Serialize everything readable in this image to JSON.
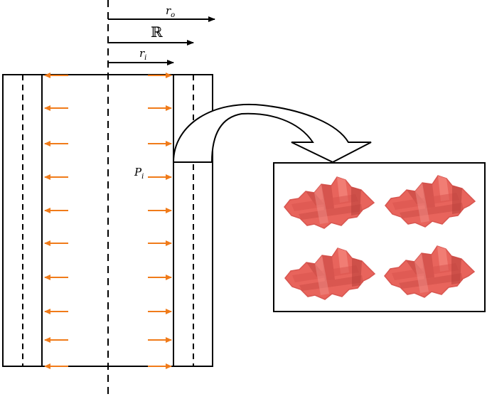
{
  "labels": {
    "outer_radius": {
      "symbol": "r",
      "subscript": "o"
    },
    "mean_radius": {
      "symbol": "ℝ"
    },
    "inner_radius": {
      "symbol": "r",
      "subscript": "i"
    },
    "internal_pressure": {
      "symbol": "P",
      "subscript": "i"
    }
  },
  "colors": {
    "pressure_arrow": "#f07b1a",
    "unit_cell_fill": "#e8645c",
    "unit_cell_shade": "#c94a44",
    "line": "#000000"
  },
  "inset": {
    "unit_cells": 4,
    "description_icon": "woven-unit-cell-icon"
  }
}
